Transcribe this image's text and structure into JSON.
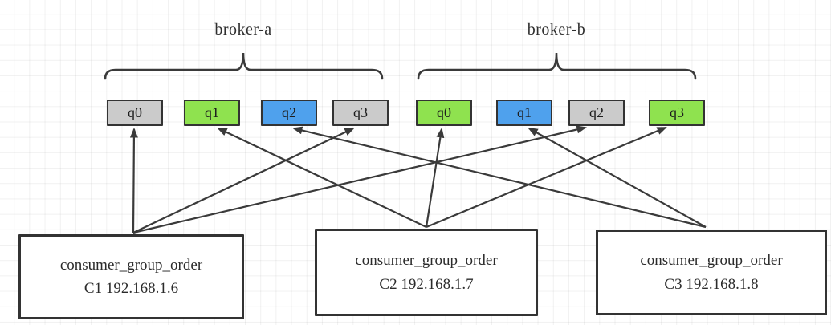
{
  "diagram": {
    "brokers": [
      {
        "label": "broker-a",
        "queues": [
          {
            "label": "q0",
            "color": "#cbcbcb",
            "owner": "C1"
          },
          {
            "label": "q1",
            "color": "#8fe24f",
            "owner": "C2"
          },
          {
            "label": "q2",
            "color": "#4fa1ed",
            "owner": "C3"
          },
          {
            "label": "q3",
            "color": "#cbcbcb",
            "owner": "C1"
          }
        ]
      },
      {
        "label": "broker-b",
        "queues": [
          {
            "label": "q0",
            "color": "#8fe24f",
            "owner": "C2"
          },
          {
            "label": "q1",
            "color": "#4fa1ed",
            "owner": "C3"
          },
          {
            "label": "q2",
            "color": "#cbcbcb",
            "owner": "C1"
          },
          {
            "label": "q3",
            "color": "#8fe24f",
            "owner": "C2"
          }
        ]
      }
    ],
    "consumers": [
      {
        "line1": "consumer_group_order",
        "line2": "C1 192.168.1.6"
      },
      {
        "line1": "consumer_group_order",
        "line2": "C2 192.168.1.7"
      },
      {
        "line1": "consumer_group_order",
        "line2": "C3 192.168.1.8"
      }
    ],
    "assignments": [
      {
        "consumer": "C1",
        "queues": [
          "broker-a.q0",
          "broker-a.q3",
          "broker-b.q2"
        ]
      },
      {
        "consumer": "C2",
        "queues": [
          "broker-a.q1",
          "broker-b.q0",
          "broker-b.q3"
        ]
      },
      {
        "consumer": "C3",
        "queues": [
          "broker-a.q2",
          "broker-b.q1"
        ]
      }
    ],
    "colors": {
      "queue_gray": "#cbcbcb",
      "queue_green": "#8fe24f",
      "queue_blue": "#4fa1ed",
      "stroke": "#3a3a3a",
      "box_border": "#333333"
    }
  }
}
